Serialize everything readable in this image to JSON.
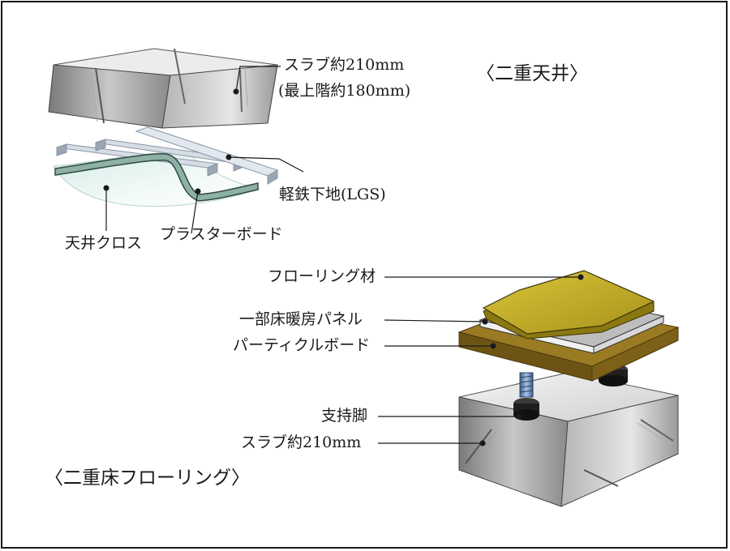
{
  "ceiling": {
    "title": "〈二重天井〉",
    "slab_label": "スラブ約210mm",
    "slab_sub_label": "(最上階約180mm)",
    "lgs_label": "軽鉄下地(LGS)",
    "cloth_label": "天井クロス",
    "board_label": "プラスターボード"
  },
  "floor": {
    "title": "〈二重床フローリング〉",
    "flooring_label": "フローリング材",
    "heating_label": "一部床暖房パネル",
    "particle_label": "パーティクルボード",
    "support_label": "支持脚",
    "slab_label": "スラブ約210mm"
  },
  "colors": {
    "frame": "#1a1a1a",
    "slab": "#d9d9d9",
    "flooring": "#b9a21c",
    "particle_board": "#8a6a1e",
    "heating_panel": "#c8c8c8",
    "plaster_board": "#8fb0a4",
    "lgs": "#cdd6e0",
    "ceiling_cloth": "#e4f0ee"
  }
}
